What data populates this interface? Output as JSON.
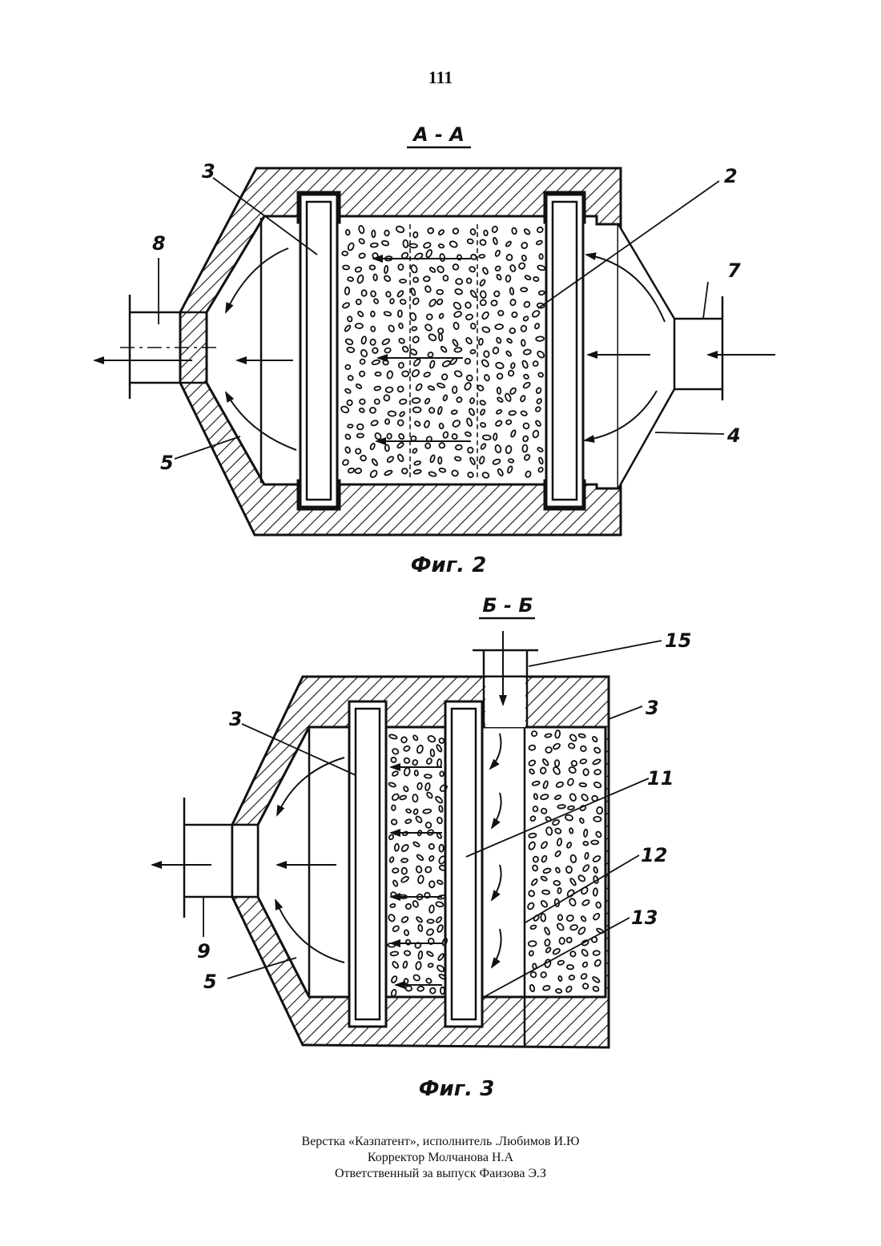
{
  "page": {
    "number": "111"
  },
  "fig2": {
    "section_label": "А - А",
    "caption": "Фиг. 2",
    "callouts": {
      "c3": "3",
      "c2": "2",
      "c8": "8",
      "c7": "7",
      "c5": "5",
      "c4": "4"
    }
  },
  "fig3": {
    "section_label": "Б - Б",
    "caption": "Фиг. 3",
    "callouts": {
      "c15": "15",
      "c3a": "3",
      "c3b": "3",
      "c11": "11",
      "c12": "12",
      "c13": "13",
      "c9": "9",
      "c5": "5"
    }
  },
  "footer": {
    "line1": "Верстка «Казпатент», исполнитель .Любимов И.Ю",
    "line2": "Корректор Молчанова Н.А",
    "line3": "Ответственный за выпуск Фаизова Э.З"
  }
}
